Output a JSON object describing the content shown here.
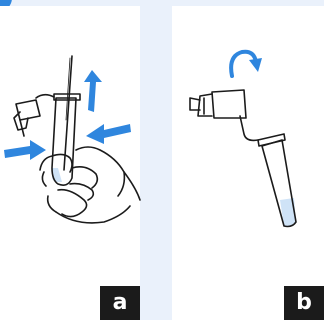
{
  "panels": [
    {
      "label": "a",
      "illustration": "open-cap-squeeze-tube"
    },
    {
      "label": "b",
      "illustration": "twist-cap-close-tube"
    }
  ],
  "colors": {
    "background": "#eaf1fb",
    "panel": "#ffffff",
    "arrow": "#2f86de",
    "liquid": "#cfe3f7",
    "outline": "#1b1b1b",
    "label_bg": "#1b1b1b",
    "label_text": "#ffffff"
  },
  "icons": [
    "up-arrow-icon",
    "left-arrow-icon",
    "right-arrow-icon",
    "curved-twist-arrow-icon"
  ]
}
